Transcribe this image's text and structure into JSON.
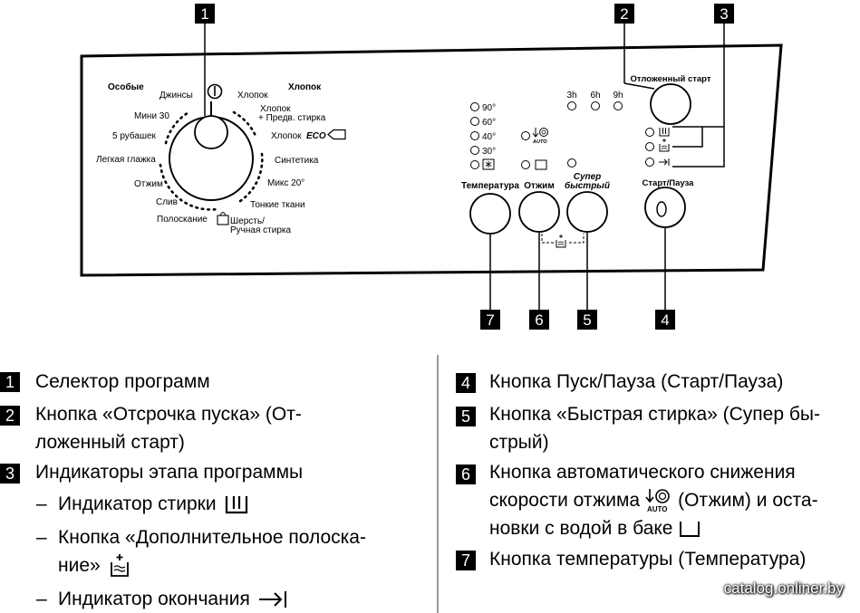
{
  "panel": {
    "callouts": [
      "1",
      "2",
      "3",
      "4",
      "5",
      "6",
      "7"
    ],
    "dial": {
      "group_left": "Особые",
      "group_right": "Хлопок",
      "left_programs": [
        "Джинсы",
        "Мини 30",
        "5 рубашек",
        "Легкая глажка",
        "Отжим",
        "Слив",
        "Полоскание"
      ],
      "right_programs": [
        "Хлопок",
        "Хлопок",
        "+ Предв. стирка",
        "Хлопок",
        "ECO",
        "Синтетика",
        "Микс 20°",
        "Тонкие ткани",
        "Шерсть/",
        "Ручная стирка"
      ]
    },
    "temperatures": [
      "90°",
      "60°",
      "40°",
      "30°"
    ],
    "delay": {
      "hours": [
        "3h",
        "6h",
        "9h"
      ],
      "label": "Отложенный старт"
    },
    "buttons": {
      "temperature": "Температура",
      "spin": "Отжим",
      "super_quick_1": "Супер",
      "super_quick_2": "быстрый",
      "start_pause": "Старт/Пауза"
    },
    "auto_label": "AUTO"
  },
  "legend": {
    "left": [
      {
        "num": "1",
        "text": "Селектор программ"
      },
      {
        "num": "2",
        "line1": "Кнопка «Отсрочка пуска» (От-",
        "line2": "ложенный старт)"
      },
      {
        "num": "3",
        "text": "Индикаторы этапа программы"
      }
    ],
    "sub": [
      {
        "text": "Индикатор стирки",
        "icon": "wash-icon"
      },
      {
        "line1": "Кнопка «Дополнительное полоска-",
        "line2": "ние»",
        "icon": "extra-rinse-icon"
      },
      {
        "text": "Индикатор окончания",
        "icon": "end-icon"
      }
    ],
    "dash": "–",
    "right": [
      {
        "num": "4",
        "text": "Кнопка Пуск/Пауза (Старт/Пауза)"
      },
      {
        "num": "5",
        "line1": "Кнопка «Быстрая стирка» (Супер бы-",
        "line2": "стрый)"
      },
      {
        "num": "6",
        "line1": "Кнопка автоматического снижения",
        "line2a": "скорости отжима",
        "line2b": "(Отжим) и оста-",
        "line3": "новки с водой в баке"
      },
      {
        "num": "7",
        "text": "Кнопка температуры (Температура)"
      }
    ]
  },
  "watermark": "catalog.onliner.by"
}
